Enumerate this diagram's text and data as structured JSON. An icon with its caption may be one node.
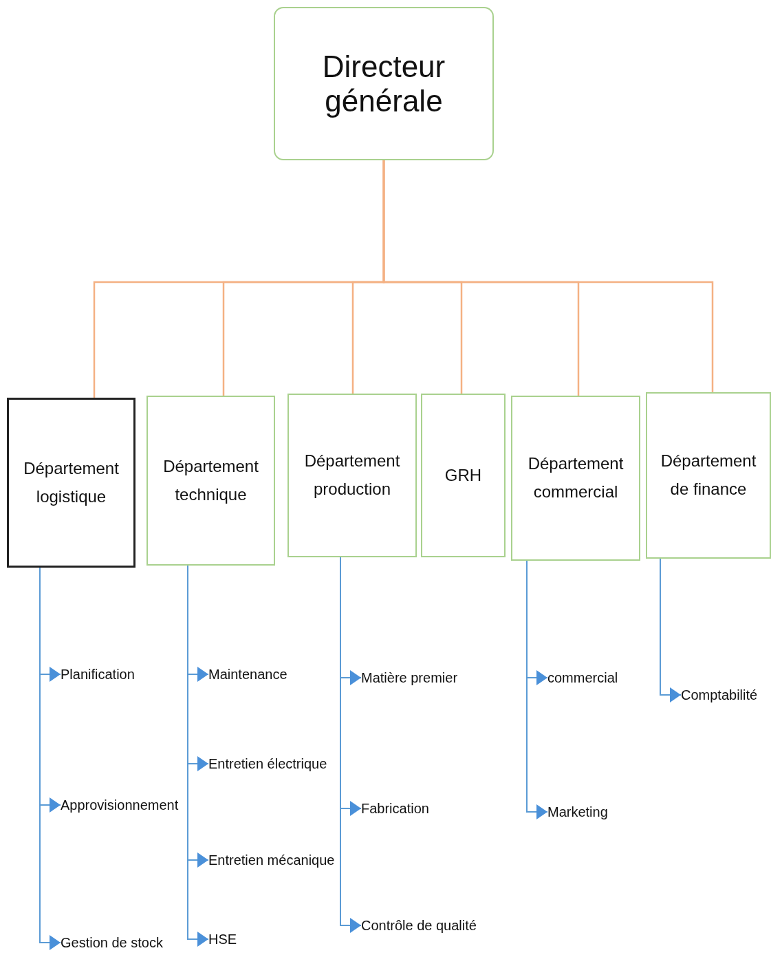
{
  "diagram": {
    "nodes": [
      {
        "text": [
          "Directeur générale"
        ]
      },
      {
        "text": [
          "Département logistique"
        ]
      },
      {
        "text": [
          "Département technique"
        ]
      },
      {
        "text": [
          "Département production"
        ]
      },
      {
        "text": [
          "GRH"
        ]
      },
      {
        "text": [
          "Département commercial"
        ]
      },
      {
        "text": [
          "Département de finance"
        ]
      },
      {
        "text": [
          "Planification"
        ]
      },
      {
        "text": [
          "Approvisionnement"
        ]
      },
      {
        "text": [
          "Gestion de stock"
        ]
      },
      {
        "text": [
          "Maintenance"
        ]
      },
      {
        "text": [
          "Entretien électrique"
        ]
      },
      {
        "text": [
          "Entretien mécanique"
        ]
      },
      {
        "text": [
          "HSE"
        ]
      },
      {
        "text": [
          "Matière premier"
        ]
      },
      {
        "text": [
          "Fabrication"
        ]
      },
      {
        "text": [
          "Contrôle de qualité"
        ]
      },
      {
        "text": [
          "commercial"
        ]
      },
      {
        "text": [
          "Marketing"
        ]
      },
      {
        "text": [
          "Comptabilité"
        ]
      }
    ],
    "edges": [
      {
        "from": 0,
        "to": 1,
        "arrow": "none",
        "color": "#f4b183"
      },
      {
        "from": 0,
        "to": 2,
        "arrow": "none",
        "color": "#f4b183"
      },
      {
        "from": 0,
        "to": 3,
        "arrow": "none",
        "color": "#f4b183"
      },
      {
        "from": 0,
        "to": 4,
        "arrow": "none",
        "color": "#f4b183"
      },
      {
        "from": 0,
        "to": 5,
        "arrow": "none",
        "color": "#f4b183"
      },
      {
        "from": 0,
        "to": 6,
        "arrow": "none",
        "color": "#f4b183"
      },
      {
        "from": 1,
        "to": 7,
        "arrow": "to"
      },
      {
        "from": 1,
        "to": 8,
        "arrow": "to"
      },
      {
        "from": 1,
        "to": 9,
        "arrow": "to"
      },
      {
        "from": 2,
        "to": 10,
        "arrow": "to"
      },
      {
        "from": 2,
        "to": 11,
        "arrow": "to"
      },
      {
        "from": 2,
        "to": 12,
        "arrow": "to"
      },
      {
        "from": 2,
        "to": 13,
        "arrow": "to"
      },
      {
        "from": 3,
        "to": 14,
        "arrow": "to"
      },
      {
        "from": 3,
        "to": 15,
        "arrow": "to"
      },
      {
        "from": 3,
        "to": 16,
        "arrow": "to"
      },
      {
        "from": 5,
        "to": 17,
        "arrow": "to"
      },
      {
        "from": 5,
        "to": 18,
        "arrow": "to"
      },
      {
        "from": 6,
        "to": 19,
        "arrow": "to"
      }
    ]
  }
}
